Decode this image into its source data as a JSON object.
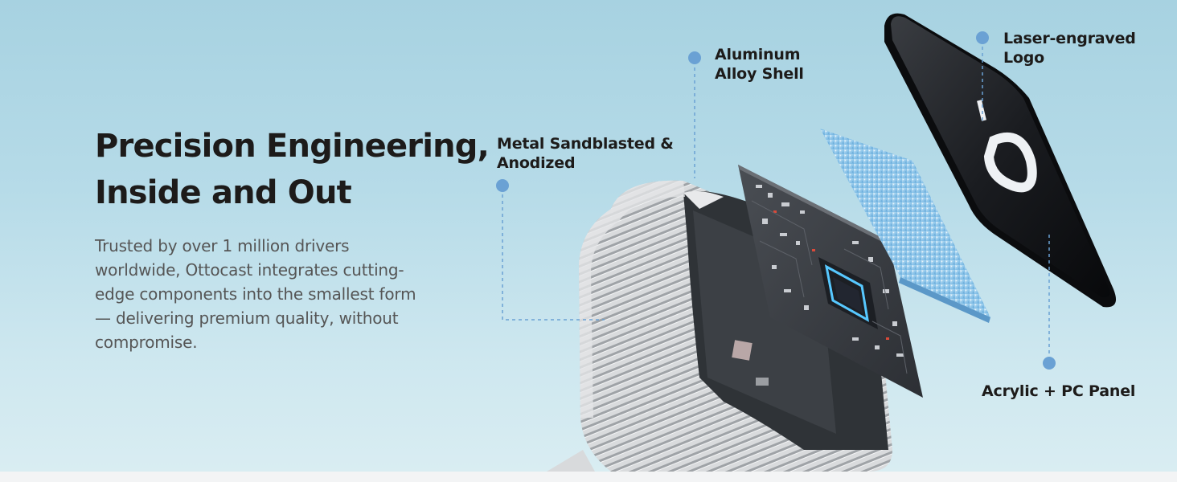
{
  "hero": {
    "title": "Precision Engineering,\nInside and Out",
    "description": "Trusted by over 1 million drivers worldwide, Ottocast integrates cutting-edge components into the smallest form — delivering premium quality, without compromise."
  },
  "callouts": {
    "aluminum_shell": "Aluminum\nAlloy Shell",
    "laser_logo": "Laser-engraved\nLogo",
    "metal_finish": "Metal Sandblasted &\nAnodized",
    "acrylic_panel": "Acrylic + PC Panel"
  },
  "colors": {
    "background_top": "#a7d2e1",
    "background_bottom": "#d9edf2",
    "callout_dot": "#6aa1d4",
    "title_text": "#1d1b1a",
    "body_text": "#555555"
  },
  "illustration": {
    "subject": "exploded-view-device",
    "parts": [
      "aluminum-shell",
      "circuit-board",
      "thermal-pad",
      "acrylic-pc-panel"
    ]
  }
}
